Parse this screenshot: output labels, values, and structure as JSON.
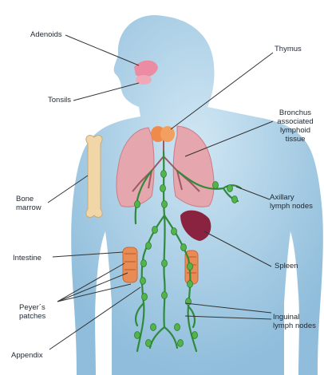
{
  "diagram": {
    "labels": {
      "adenoids": "Adenoids",
      "tonsils": "Tonsils",
      "thymus": "Thymus",
      "bronchus_1": "Bronchus",
      "bronchus_2": "associated",
      "bronchus_3": "lymphoid",
      "bronchus_4": "tissue",
      "bone_marrow_1": "Bone",
      "bone_marrow_2": "marrow",
      "axillary_1": "Axillary",
      "axillary_2": "lymph nodes",
      "intestine": "Intestine",
      "spleen": "Spleen",
      "peyers_1": "Peyer´s",
      "peyers_2": "patches",
      "inguinal_1": "Inguinal",
      "inguinal_2": "lymph nodes",
      "appendix": "Appendix"
    },
    "colors": {
      "body": "#a9cfe6",
      "body_dark": "#7fb2d3",
      "lung": "#e6a6ad",
      "bone": "#f1d6a7",
      "spleen": "#8a2340",
      "intestine": "#e98b55",
      "lymph": "#2f8a3b",
      "node": "#52b54a",
      "line": "#333333"
    }
  }
}
